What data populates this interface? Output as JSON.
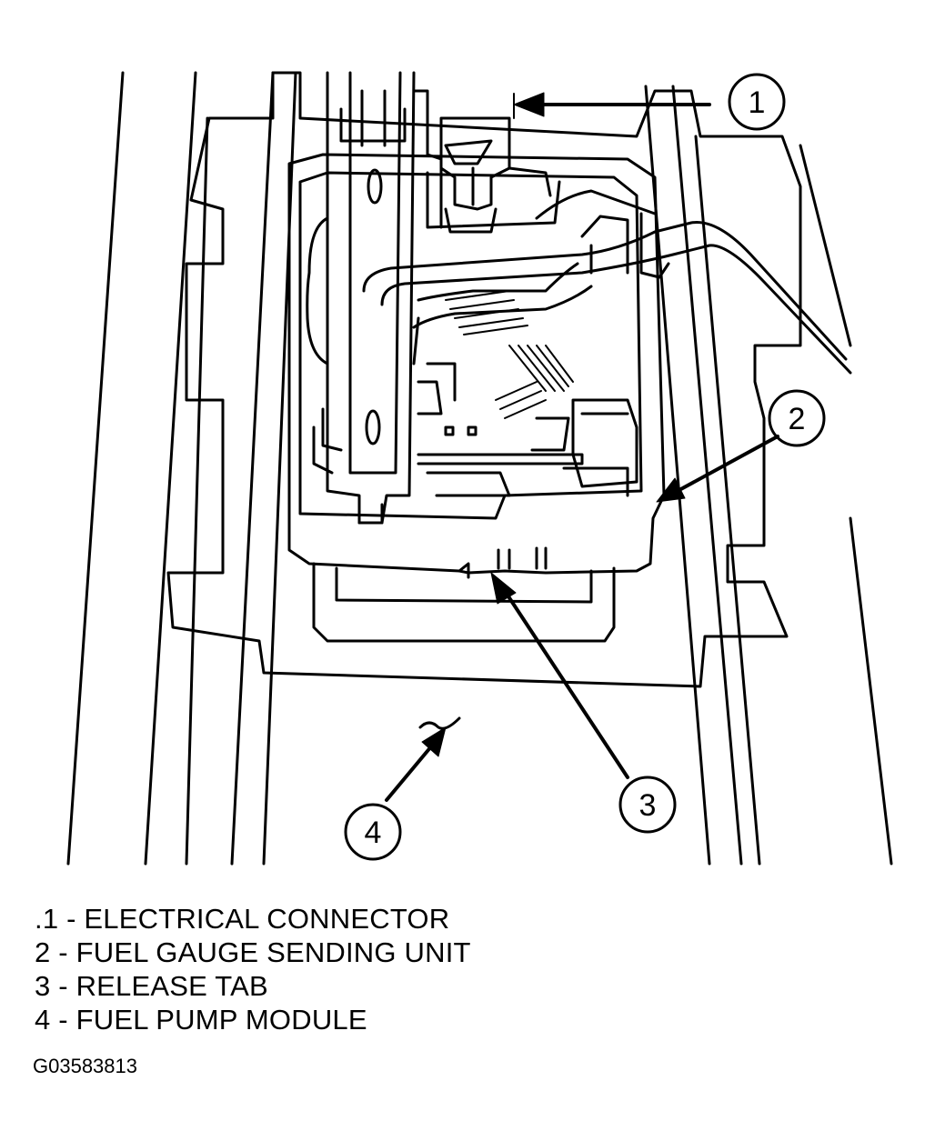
{
  "callouts": [
    {
      "number": "1"
    },
    {
      "number": "2"
    },
    {
      "number": "3"
    },
    {
      "number": "4"
    }
  ],
  "legend": [
    ".1 - ELECTRICAL CONNECTOR",
    " 2 - FUEL GAUGE SENDING UNIT",
    " 3 - RELEASE TAB",
    " 4 - FUEL PUMP MODULE"
  ],
  "figure_code": "G03583813"
}
